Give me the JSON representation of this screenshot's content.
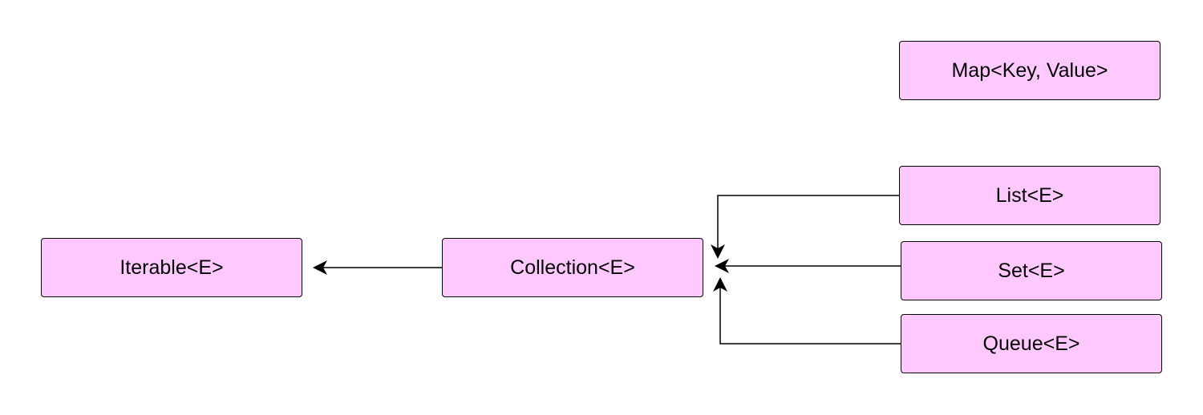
{
  "diagram": {
    "box_fill": "#ffc9ff",
    "line_color": "#000000",
    "nodes": {
      "map": "Map<Key, Value>",
      "list": "List<E>",
      "set": "Set<E>",
      "queue": "Queue<E>",
      "iterable": "Iterable<E>",
      "collection": "Collection<E>"
    },
    "edges": [
      {
        "from": "collection",
        "to": "iterable"
      },
      {
        "from": "list",
        "to": "collection"
      },
      {
        "from": "set",
        "to": "collection"
      },
      {
        "from": "queue",
        "to": "collection"
      }
    ]
  }
}
